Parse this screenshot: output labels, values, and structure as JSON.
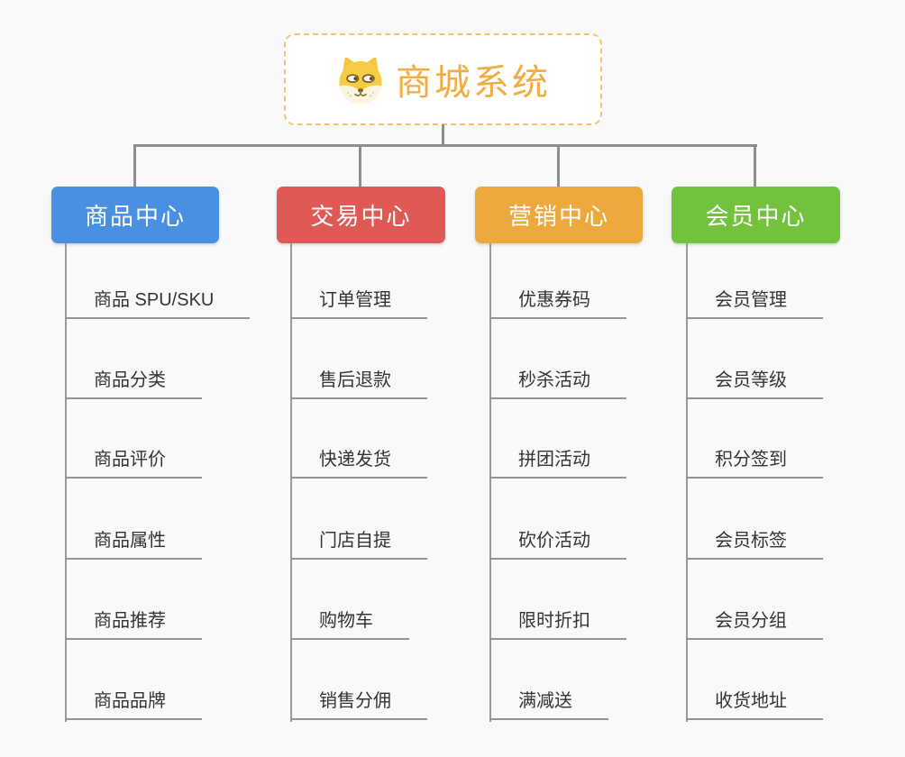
{
  "canvas": {
    "background_color": "#f9f9f9",
    "connector_color": "#8e8e8e",
    "subline_color": "#949494"
  },
  "root": {
    "title": "商城系统",
    "icon": "dog-face-icon",
    "title_color": "#f1ad41",
    "border_color": "#f5c375"
  },
  "branches": [
    {
      "label": "商品中心",
      "color": "#4a90e2",
      "items": [
        "商品 SPU/SKU",
        "商品分类",
        "商品评价",
        "商品属性",
        "商品推荐",
        "商品品牌"
      ]
    },
    {
      "label": "交易中心",
      "color": "#e05a55",
      "items": [
        "订单管理",
        "售后退款",
        "快递发货",
        "门店自提",
        "购物车",
        "销售分佣"
      ]
    },
    {
      "label": "营销中心",
      "color": "#eda83e",
      "items": [
        "优惠券码",
        "秒杀活动",
        "拼团活动",
        "砍价活动",
        "限时折扣",
        "满减送"
      ]
    },
    {
      "label": "会员中心",
      "color": "#73c23e",
      "items": [
        "会员管理",
        "会员等级",
        "积分签到",
        "会员标签",
        "会员分组",
        "收货地址"
      ]
    }
  ]
}
